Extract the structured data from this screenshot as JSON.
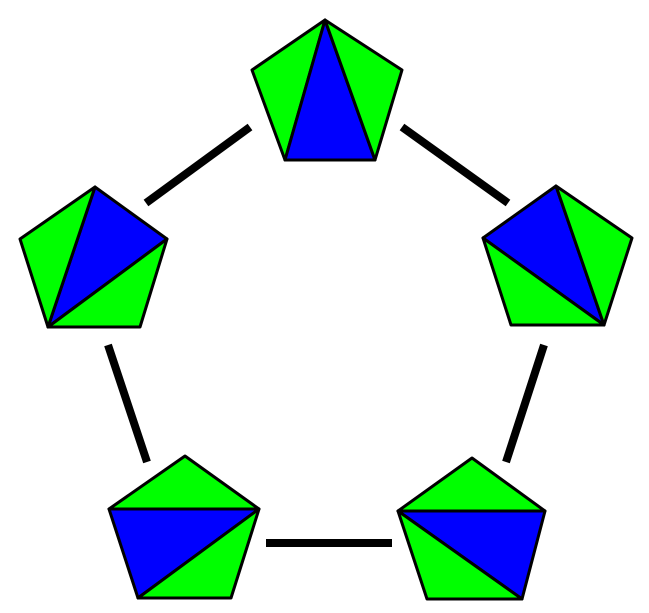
{
  "colors": {
    "background": "#ffffff",
    "green": "#00ff00",
    "blue": "#0000ff",
    "outline": "#000000",
    "connector": "#000000"
  },
  "nodes": [
    {
      "id": "top",
      "triangles": [
        "green",
        "blue",
        "green"
      ]
    },
    {
      "id": "upper-right",
      "triangles": [
        "blue",
        "green",
        "green"
      ]
    },
    {
      "id": "lower-right",
      "triangles": [
        "green",
        "blue",
        "green"
      ]
    },
    {
      "id": "lower-left",
      "triangles": [
        "green",
        "blue",
        "green"
      ]
    },
    {
      "id": "upper-left",
      "triangles": [
        "blue",
        "green",
        "green"
      ]
    }
  ],
  "connectors": [
    {
      "from": "top",
      "to": "upper-right"
    },
    {
      "from": "upper-right",
      "to": "lower-right"
    },
    {
      "from": "lower-right",
      "to": "lower-left"
    },
    {
      "from": "lower-left",
      "to": "upper-left"
    },
    {
      "from": "upper-left",
      "to": "top"
    }
  ]
}
